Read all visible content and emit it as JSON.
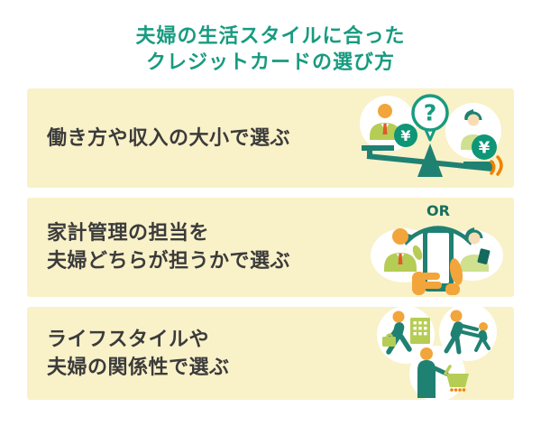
{
  "title": {
    "line1": "夫婦の生活スタイルに合った",
    "line2": "クレジットカードの選び方"
  },
  "colors": {
    "page_bg": "#ffffff",
    "card_bg": "#f9f1c8",
    "title_teal": "#189b80",
    "body_text": "#3b3b3b",
    "figure_teal": "#1f8172",
    "coin_green": "#0f9577",
    "leaf_green": "#b5cd55",
    "pale_green": "#cfe08f",
    "skin_orange": "#f2a53a",
    "accent_orange": "#ef8200",
    "tie_red": "#e05a2b"
  },
  "cards": [
    {
      "lines": [
        "働き方や収入の大小で選ぶ"
      ],
      "illustration": "income-balance-seesaw",
      "glyphs": {
        "question": "?",
        "yen_small": "¥",
        "yen_large": "¥"
      }
    },
    {
      "lines": [
        "家計管理の担当を",
        "夫婦どちらが担うかで選ぶ"
      ],
      "illustration": "smartphone-or-choice",
      "glyphs": {
        "or": "OR"
      }
    },
    {
      "lines": [
        "ライフスタイルや",
        "夫婦の関係性で選ぶ"
      ],
      "illustration": "lifestyle-scenes"
    }
  ]
}
